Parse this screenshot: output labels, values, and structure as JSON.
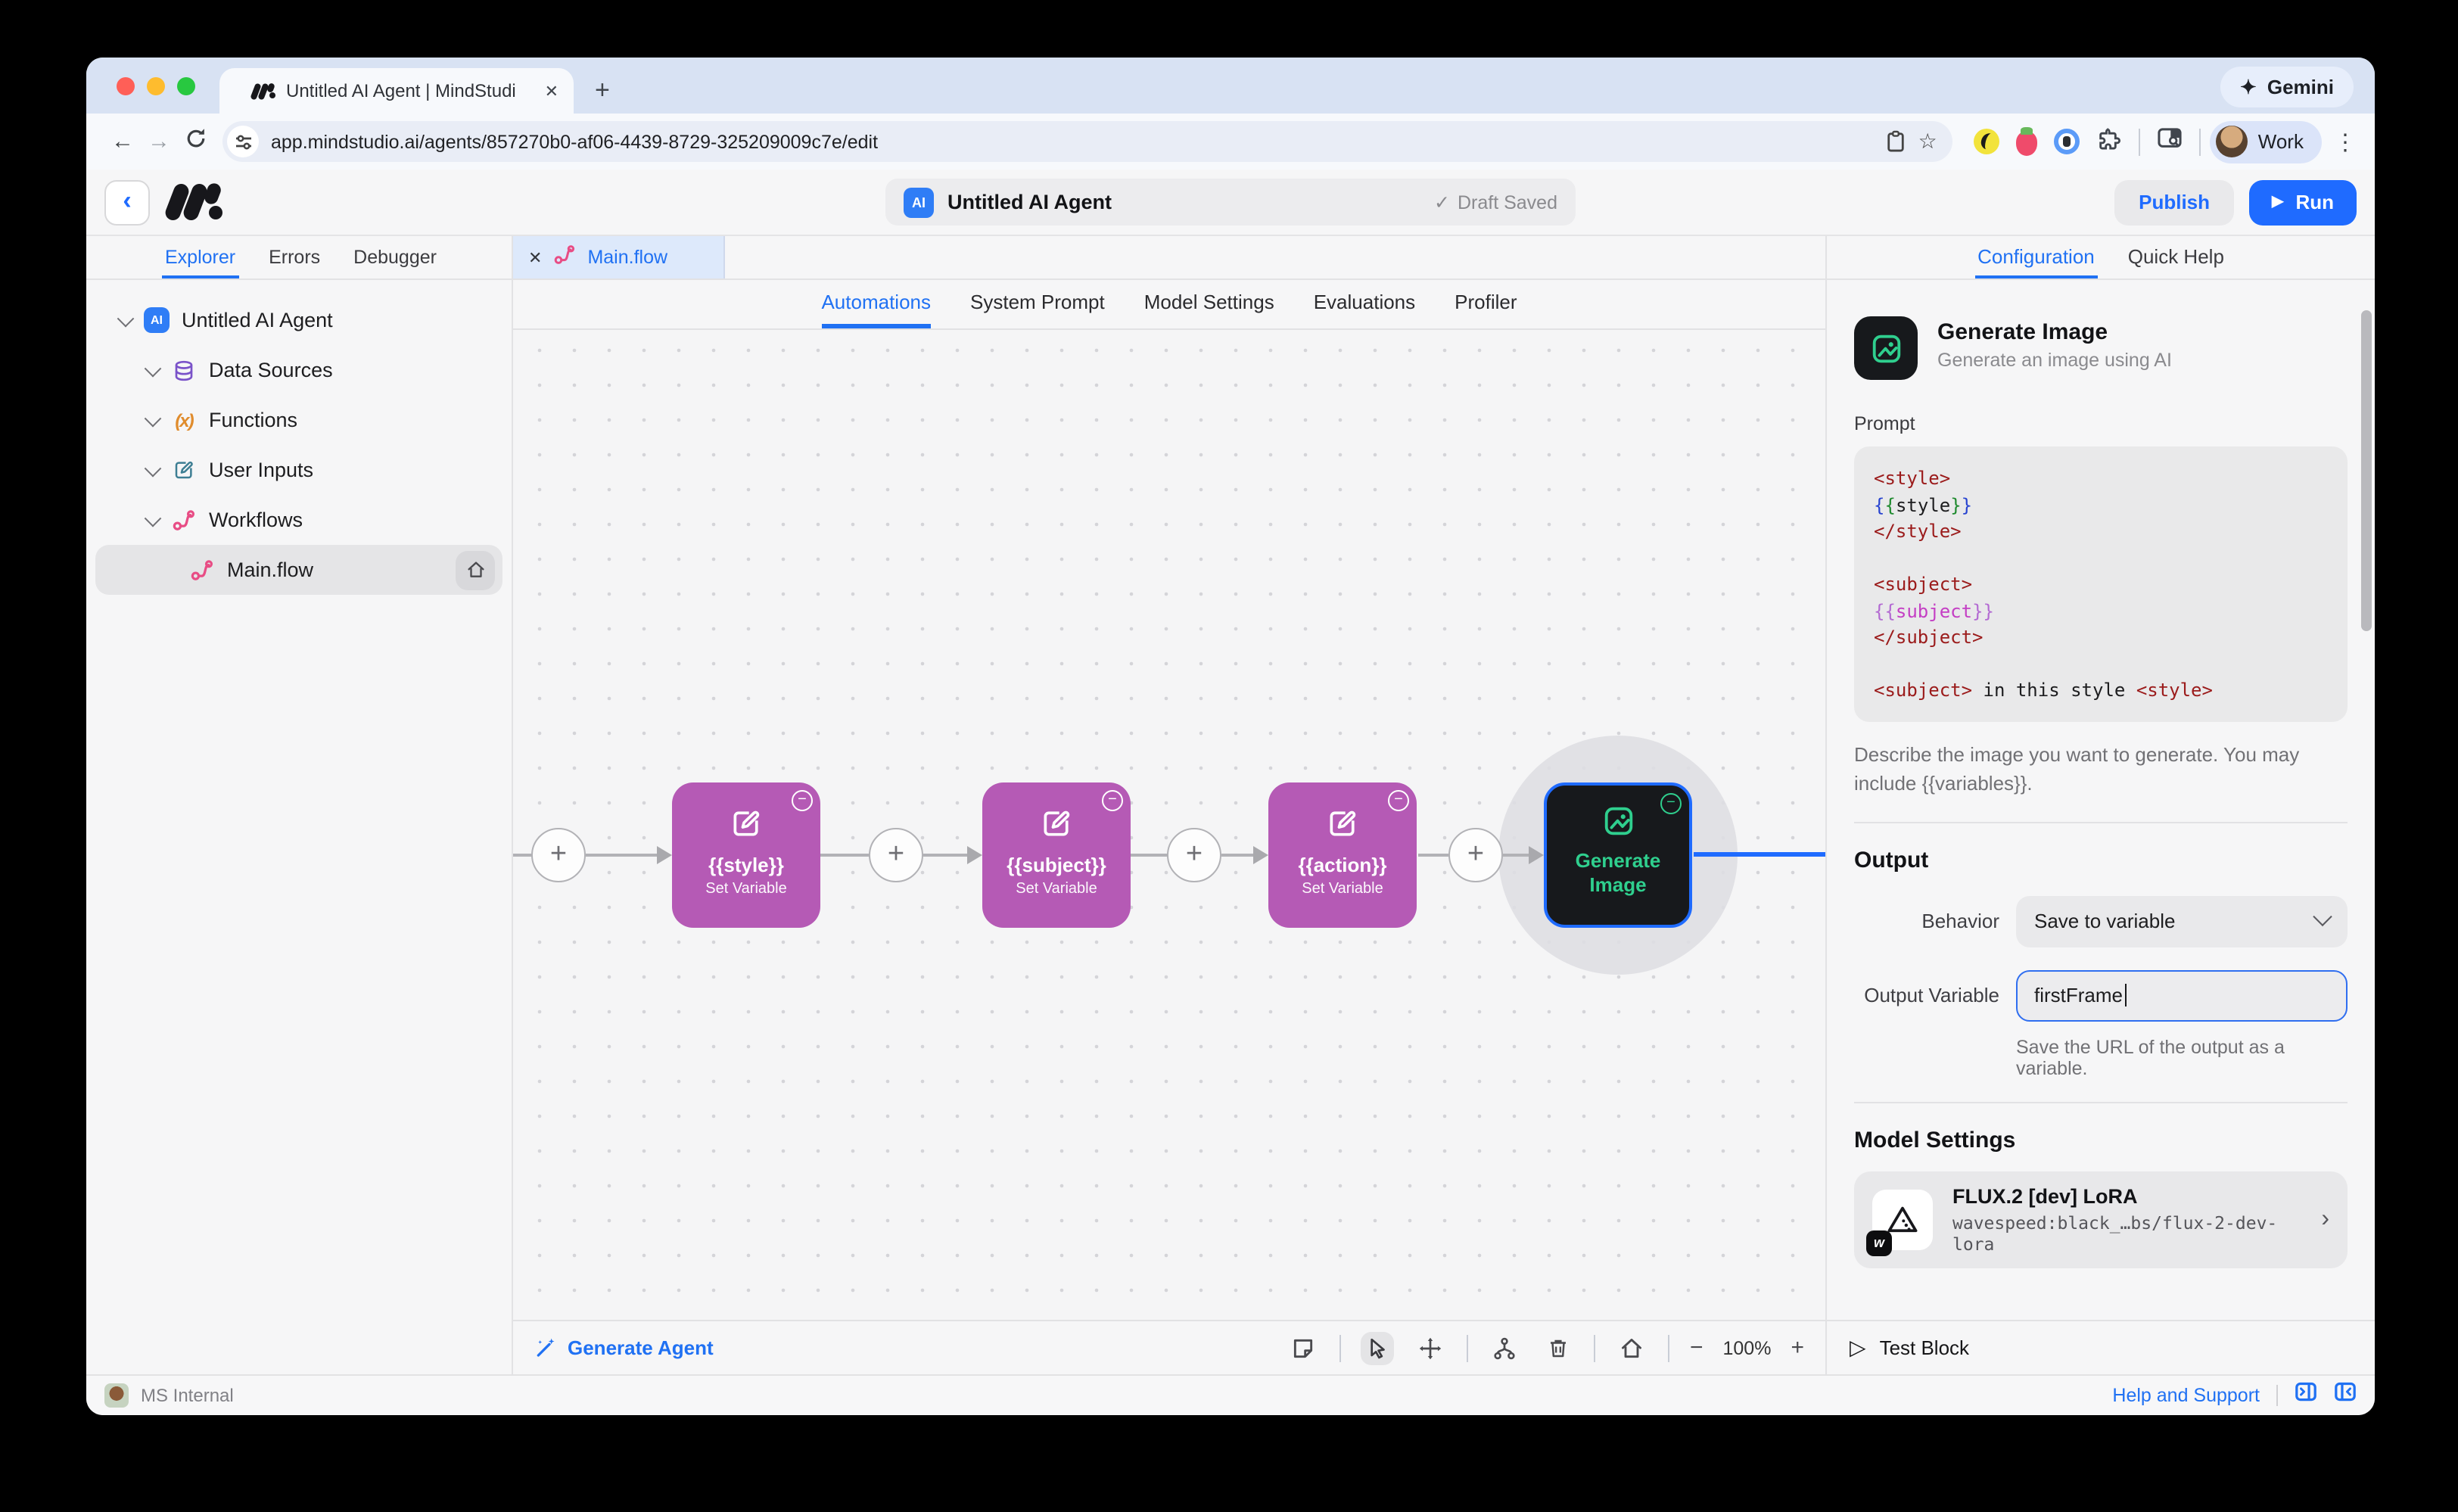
{
  "icons": {
    "back_arrow": "←",
    "forward_arrow": "→",
    "close": "✕",
    "new_tab": "+",
    "sparkle": "✦",
    "kebab": "⋮",
    "star": "☆",
    "check": "✓",
    "chevron_back": "‹",
    "play": "▶",
    "play_outline": "▷",
    "minus": "−",
    "plus": "+",
    "fx": "(x)",
    "ai_badge": "AI",
    "chevron_right": "›",
    "w_badge": "w"
  },
  "browser": {
    "tab_title": "Untitled AI Agent | MindStudi",
    "gemini_label": "Gemini",
    "url": "app.mindstudio.ai/agents/857270b0-af06-4439-8729-325209009c7e/edit",
    "profile_label": "Work"
  },
  "header": {
    "agent_title": "Untitled AI Agent",
    "draft_status": "Draft Saved",
    "publish_label": "Publish",
    "run_label": "Run"
  },
  "sidebar": {
    "tabs": [
      {
        "label": "Explorer"
      },
      {
        "label": "Errors"
      },
      {
        "label": "Debugger"
      }
    ],
    "tree": [
      {
        "label": "Untitled AI Agent"
      },
      {
        "label": "Data Sources"
      },
      {
        "label": "Functions"
      },
      {
        "label": "User Inputs"
      },
      {
        "label": "Workflows"
      },
      {
        "label": "Main.flow"
      }
    ]
  },
  "editor": {
    "flow_tab_label": "Main.flow",
    "tabs": [
      {
        "label": "Automations"
      },
      {
        "label": "System Prompt"
      },
      {
        "label": "Model Settings"
      },
      {
        "label": "Evaluations"
      },
      {
        "label": "Profiler"
      }
    ]
  },
  "canvas": {
    "nodes": [
      {
        "title": "{{style}}",
        "subtitle": "Set Variable"
      },
      {
        "title": "{{subject}}",
        "subtitle": "Set Variable"
      },
      {
        "title": "{{action}}",
        "subtitle": "Set Variable"
      },
      {
        "title": "Generate Image"
      }
    ],
    "toolbar": {
      "generate_agent_label": "Generate Agent",
      "zoom_value": "100%"
    }
  },
  "panel": {
    "tabs": [
      {
        "label": "Configuration"
      },
      {
        "label": "Quick Help"
      }
    ],
    "block_title": "Generate Image",
    "block_subtitle": "Generate an image using AI",
    "prompt_label": "Prompt",
    "code": {
      "open_style": "<style>",
      "st_b1": "{",
      "st_b2": "{",
      "st_name": "style",
      "st_b3": "}",
      "st_b4": "}",
      "close_style": "</style>",
      "open_subject": "<subject>",
      "su_open": "{{",
      "su_name": "subject",
      "su_close": "}}",
      "close_subject": "</subject>",
      "tail_a": "<subject>",
      "tail_b": " in this style ",
      "tail_c": "<style>"
    },
    "prompt_help": "Describe the image you want to generate. You may include {{variables}}.",
    "output_heading": "Output",
    "behavior_label": "Behavior",
    "behavior_value": "Save to variable",
    "output_variable_label": "Output Variable",
    "output_variable_value": "firstFrame",
    "output_help": "Save the URL of the output as a variable.",
    "model_heading": "Model Settings",
    "model_name": "FLUX.2 [dev] LoRA",
    "model_id": "wavespeed:black_…bs/flux-2-dev-lora",
    "test_block_label": "Test Block"
  },
  "statusbar": {
    "workspace": "MS Internal",
    "help_label": "Help and Support"
  },
  "colors": {
    "accent_blue": "#1f6bff",
    "node_purple": "#b55ab5",
    "node_green": "#2fcf8e",
    "flow_pink": "#e84d85"
  }
}
